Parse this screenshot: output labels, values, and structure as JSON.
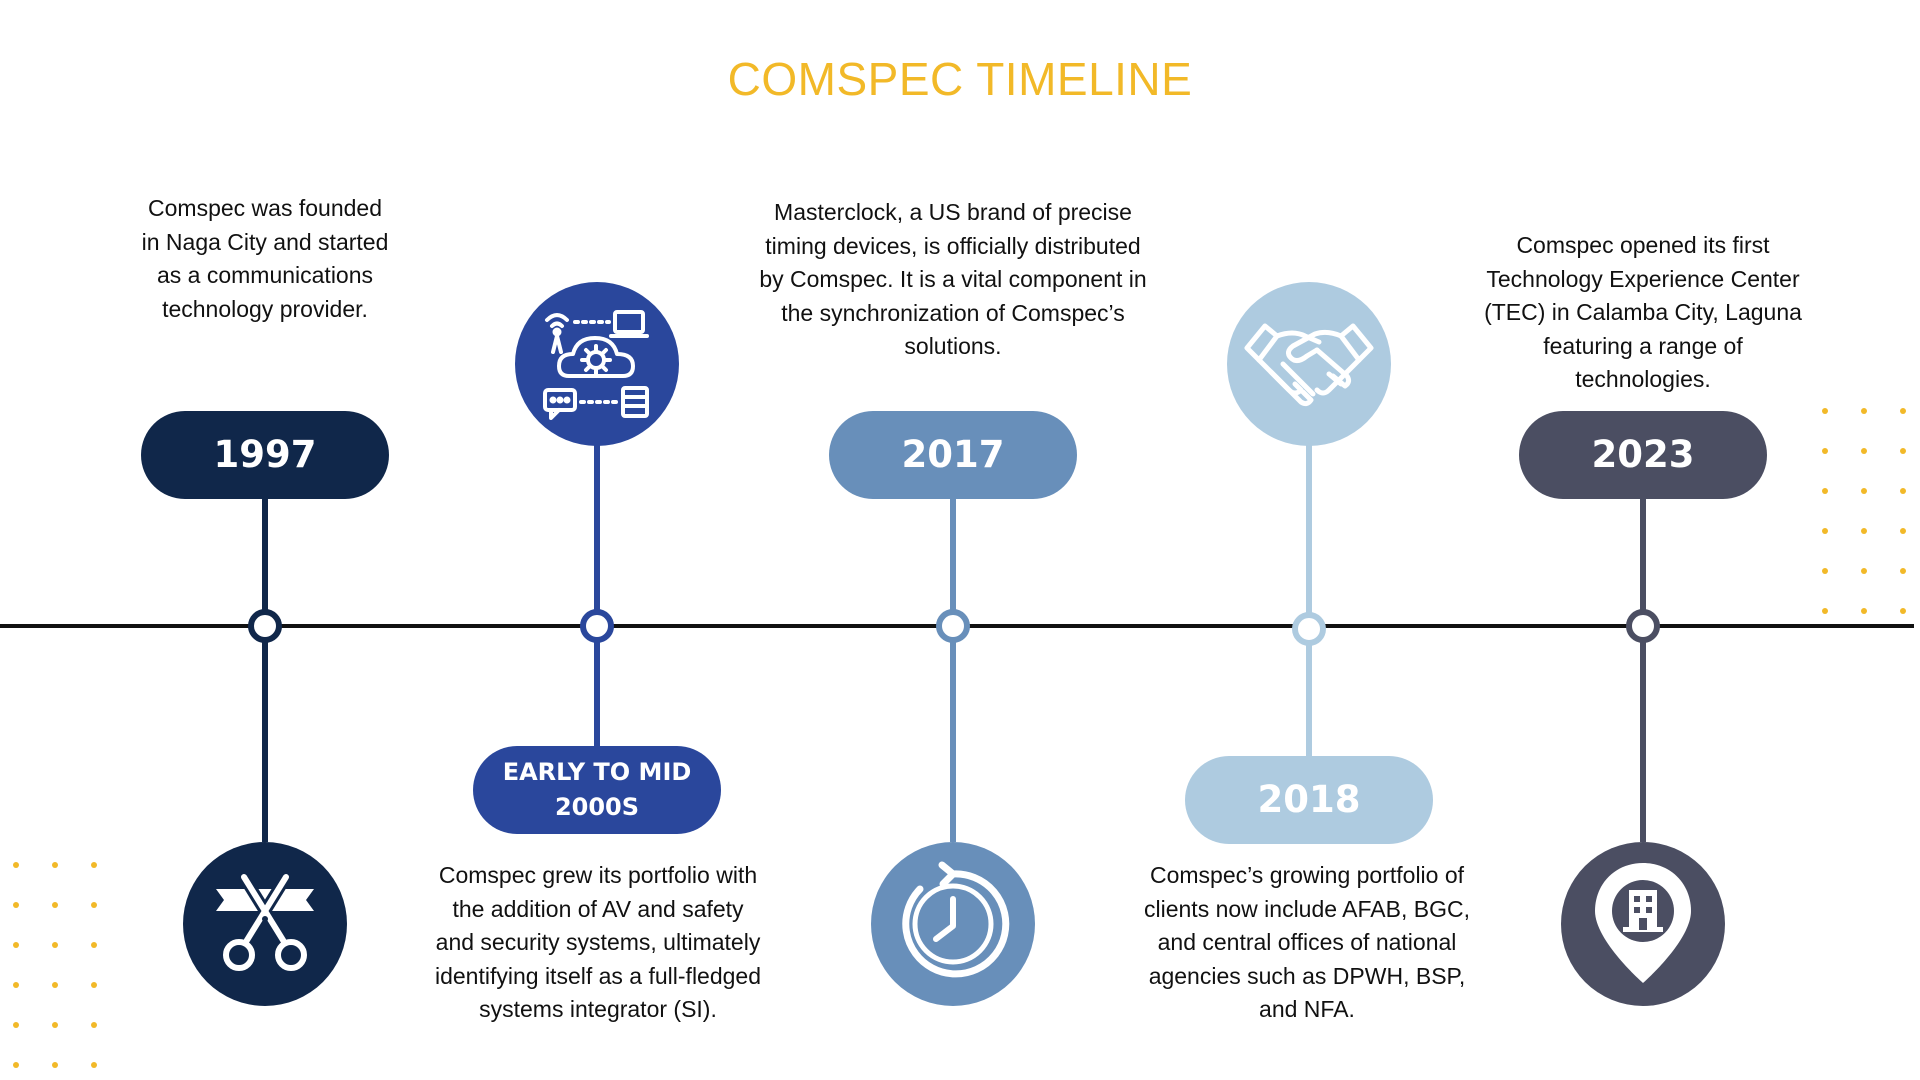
{
  "title": "COMSPEC TIMELINE",
  "colors": {
    "title": "#f2b928",
    "axis": "#111111",
    "navy": "#10274a",
    "royal_blue": "#2a479c",
    "steel_blue": "#688fba",
    "light_blue": "#aecbe0",
    "slate": "#4b4e62",
    "dots": "#f2b928"
  },
  "events": [
    {
      "label": "1997",
      "description": "Comspec was founded in Naga City and started as a communications technology provider.",
      "icon": "ribbon-cutting-scissors-icon",
      "color": "#10274a"
    },
    {
      "label": "EARLY TO MID 2000S",
      "description": "Comspec grew its portfolio with the addition of AV and safety and security systems, ultimately identifying itself as a full-fledged systems integrator (SI).",
      "icon": "cloud-network-icon",
      "color": "#2a479c"
    },
    {
      "label": "2017",
      "description": "Masterclock, a US brand of precise timing devices, is officially distributed by Comspec. It is a vital component in the synchronization of Comspec’s solutions.",
      "icon": "clock-icon",
      "color": "#688fba"
    },
    {
      "label": "2018",
      "description": "Comspec’s growing portfolio of clients now include AFAB, BGC, and central offices of national agencies such as DPWH, BSP, and NFA.",
      "icon": "handshake-icon",
      "color": "#aecbe0"
    },
    {
      "label": "2023",
      "description": "Comspec opened its first Technology Experience Center (TEC) in Calamba City, Laguna featuring a range of technologies.",
      "icon": "building-location-pin-icon",
      "color": "#4b4e62"
    }
  ]
}
